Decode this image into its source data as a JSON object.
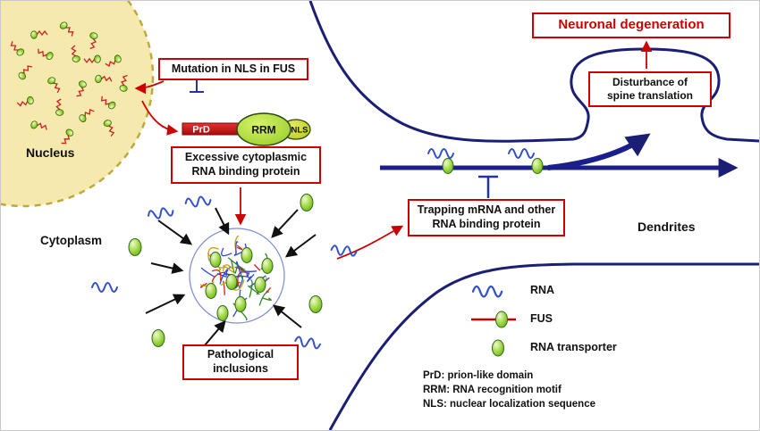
{
  "labels": {
    "nucleus": "Nucleus",
    "cytoplasm": "Cytoplasm",
    "dendrites": "Dendrites"
  },
  "boxes": {
    "mutation": {
      "lines": [
        "Mutation in NLS in FUS"
      ]
    },
    "excessive": {
      "lines": [
        "Excessive cytoplasmic",
        "RNA binding protein"
      ]
    },
    "pathological": {
      "lines": [
        "Pathological",
        "inclusions"
      ]
    },
    "trapping": {
      "lines": [
        "Trapping  mRNA and other",
        "RNA binding protein"
      ]
    },
    "disturbance": {
      "lines": [
        "Disturbance of",
        "spine translation"
      ]
    },
    "neuronal": {
      "lines": [
        "Neuronal  degeneration"
      ]
    }
  },
  "protein": {
    "prd": "PrD",
    "rrm": "RRM",
    "nls": "NLS"
  },
  "legend": {
    "rna": "RNA",
    "fus": "FUS",
    "transporter": "RNA transporter",
    "abbr1": "PrD: prion-like domain",
    "abbr2": "RRM: RNA recognition motif",
    "abbr3": "NLS: nuclear localization sequence"
  },
  "colors": {
    "accent_red": "#cc0000",
    "membrane_navy": "#1a1f75",
    "rna_blue": "#3350cc",
    "nucleus_fill": "#f6e9ae",
    "transporter_green": "#8cd434"
  }
}
